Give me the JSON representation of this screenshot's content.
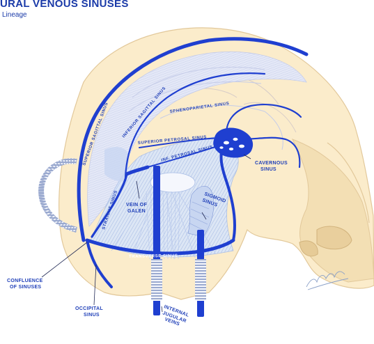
{
  "header": {
    "title": "URAL VENOUS SINUSES",
    "subtitle": "Lineage"
  },
  "labels": {
    "superior_sagittal_sinus": "SUPERIOR SAGITTAL SINUS",
    "inferior_sagittal_sinus": "INFERIOR SAGITTAL SINUS",
    "sphenoparietal_sinus": "SPHENOPARIETAL SINUS",
    "superior_petrosal_sinus": "SUPERIOR PETROSAL SINUS",
    "inferior_petrosal_sinus": "INF. PETROSAL SINUS",
    "cavernous_sinus_line1": "CAVERNOUS",
    "cavernous_sinus_line2": "SINUS",
    "straight_sinus": "STRAIGHT SINUS",
    "vein_of_galen_line1": "VEIN OF",
    "vein_of_galen_line2": "GALEN",
    "sigmoid_sinus_line1": "SIGMOID",
    "sigmoid_sinus_line2": "SINUS",
    "transverse_sinus": "TRANSVERSE SINUS",
    "confluence_line1": "CONFLUENCE",
    "confluence_line2": "OF SINUSES",
    "occipital_line1": "OCCIPITAL",
    "occipital_line2": "SINUS",
    "ijv_line1": "INTERNAL",
    "ijv_line2": "JUGULAR",
    "ijv_line3": "VEINS"
  },
  "colors": {
    "sinus_blue": "#1f3fd0",
    "skull_cream": "#fbeccb",
    "skull_shadow": "#efd9ae",
    "falx_lilac": "#dfe3f6",
    "tent_blue": "#d7e6f8",
    "label_blue": "#1f3fb8"
  }
}
